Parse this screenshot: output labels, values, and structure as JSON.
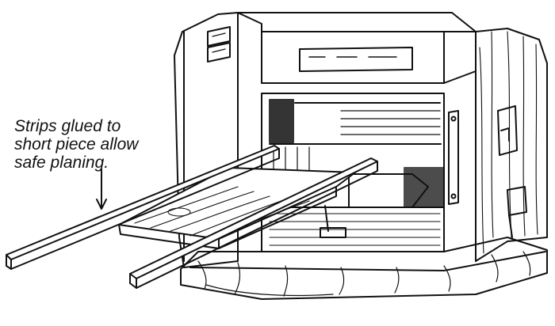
{
  "caption": {
    "lines": [
      "Strips glued to",
      "short piece allow",
      "safe planing."
    ]
  },
  "illustration": {
    "subject-icon": "thickness-planer-icon",
    "ink_color": "#111111",
    "paper_color": "#ffffff"
  }
}
